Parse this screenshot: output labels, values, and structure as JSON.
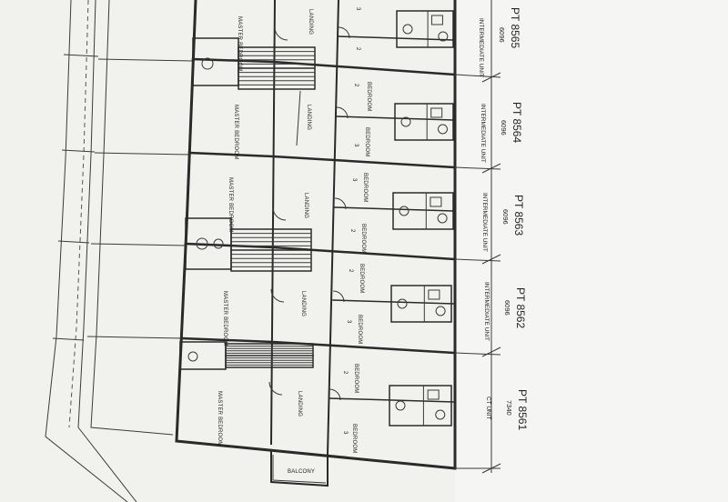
{
  "units": [
    {
      "pt": "PT 8565",
      "dim": "6096",
      "type": "INTERMEDIATE UNIT"
    },
    {
      "pt": "PT 8564",
      "dim": "6096",
      "type": "INTERMEDIATE UNIT"
    },
    {
      "pt": "PT 8563",
      "dim": "6096",
      "type": "INTERMEDIATE UNIT"
    },
    {
      "pt": "PT 8562",
      "dim": "6096",
      "type": "INTERMEDIATE UNIT"
    },
    {
      "pt": "PT 8561",
      "dim": "7340",
      "type": "CT UNIT"
    }
  ],
  "rooms": {
    "master_bedroom": "MASTER BEDROOM",
    "bedroom": "BEDROOM",
    "landing": "LANDING",
    "balcony": "BALCONY"
  },
  "bedroom_numbers": {
    "second": "2",
    "third": "3"
  }
}
